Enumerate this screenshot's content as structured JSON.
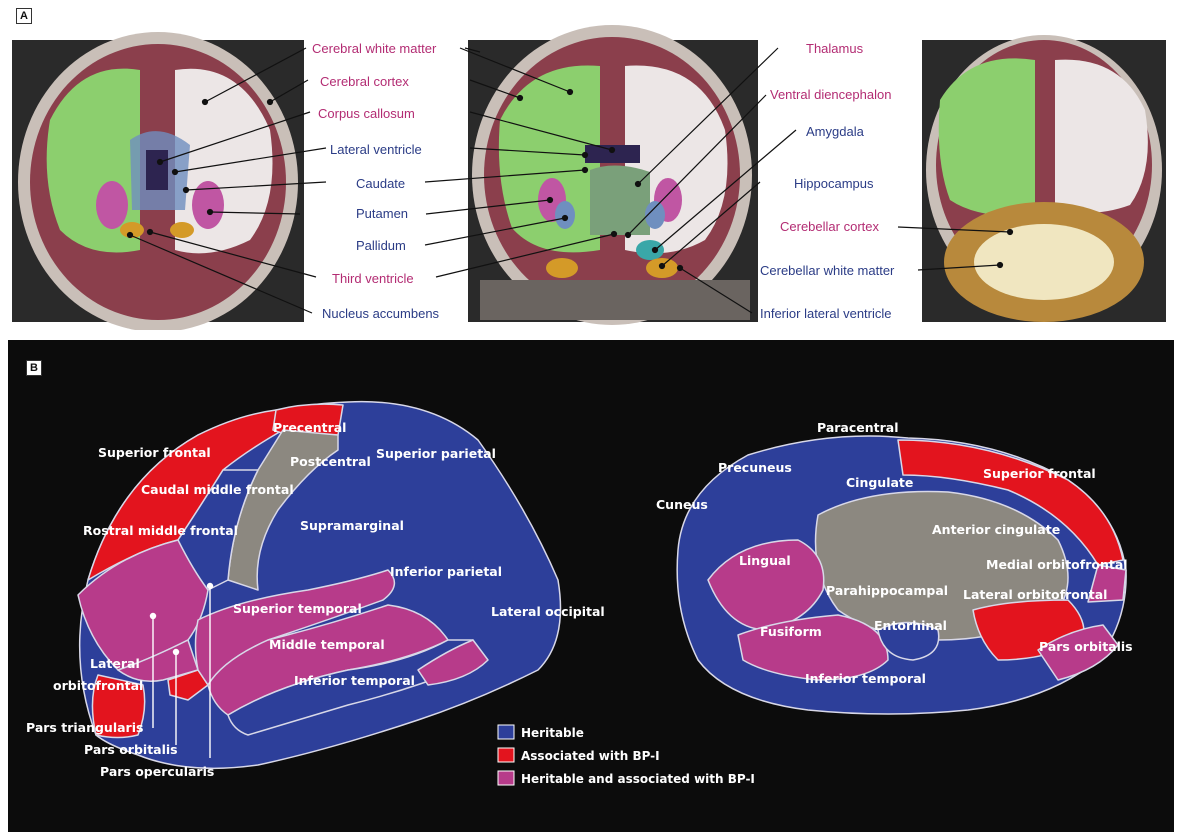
{
  "panels": {
    "a": "A",
    "b": "B"
  },
  "panel_a": {
    "labels": {
      "cerebral_white_matter": "Cerebral white matter",
      "cerebral_cortex": "Cerebral cortex",
      "corpus_callosum": "Corpus callosum",
      "lateral_ventricle": "Lateral ventricle",
      "caudate": "Caudate",
      "putamen": "Putamen",
      "pallidum": "Pallidum",
      "third_ventricle": "Third ventricle",
      "nucleus_accumbens": "Nucleus accumbens",
      "thalamus": "Thalamus",
      "ventral_diencephalon": "Ventral diencephalon",
      "amygdala": "Amygdala",
      "hippocampus": "Hippocampus",
      "cerebellar_cortex": "Cerebellar cortex",
      "cerebellar_white_matter": "Cerebellar white matter",
      "inferior_lateral_ventricle": "Inferior lateral ventricle"
    }
  },
  "panel_b": {
    "lateral": {
      "superior_frontal": "Superior frontal",
      "precentral": "Precentral",
      "postcentral": "Postcentral",
      "superior_parietal": "Superior parietal",
      "caudal_middle_frontal": "Caudal middle frontal",
      "rostral_middle_frontal": "Rostral middle frontal",
      "supramarginal": "Supramarginal",
      "inferior_parietal": "Inferior parietal",
      "superior_temporal": "Superior temporal",
      "lateral_occipital": "Lateral occipital",
      "middle_temporal": "Middle temporal",
      "lateral_orbitofrontal_1": "Lateral",
      "lateral_orbitofrontal_2": "orbitofrontal",
      "inferior_temporal": "Inferior temporal",
      "pars_triangularis": "Pars triangularis",
      "pars_orbitalis": "Pars orbitalis",
      "pars_opercularis": "Pars opercularis"
    },
    "medial": {
      "paracentral": "Paracentral",
      "precuneus": "Precuneus",
      "superior_frontal": "Superior frontal",
      "cingulate": "Cingulate",
      "cuneus": "Cuneus",
      "anterior_cingulate": "Anterior cingulate",
      "lingual": "Lingual",
      "medial_orbitofrontal": "Medial orbitofrontal",
      "parahippocampal": "Parahippocampal",
      "lateral_orbitofrontal": "Lateral orbitofrontal",
      "fusiform": "Fusiform",
      "entorhinal": "Entorhinal",
      "pars_orbitalis": "Pars orbitalis",
      "inferior_temporal": "Inferior temporal"
    },
    "legend": [
      {
        "label": "Heritable",
        "color": "#2d3f9a"
      },
      {
        "label": "Associated with BP-I",
        "color": "#e3141e"
      },
      {
        "label": "Heritable and associated with BP-I",
        "color": "#b73b8a"
      }
    ]
  },
  "colors": {
    "magenta": "#b32c73",
    "blue": "#2b3c86",
    "heritable": "#2d3f9a",
    "bp1": "#e3141e",
    "both": "#b73b8a",
    "gray": "#8c8880"
  }
}
